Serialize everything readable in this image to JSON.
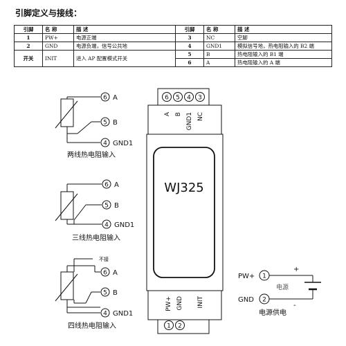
{
  "heading": "引脚定义与接线：",
  "table": {
    "headers": [
      "引脚",
      "名 称",
      "描 述",
      "引脚",
      "名 称",
      "描 述"
    ],
    "rows": [
      {
        "pin": "1",
        "name": "PW+",
        "desc": "电源正端",
        "pin2": "3",
        "name2": "NC",
        "desc2": "空脚"
      },
      {
        "pin": "2",
        "name": "GND",
        "desc": "电源负端，信号公共地",
        "pin2": "4",
        "name2": "GND1",
        "desc2": "模拟信号地，热电阻输入的 B2 端"
      },
      {
        "pin": "开关",
        "name": "INIT",
        "desc": "进入 AP 配置模式开关",
        "pin2": "5",
        "name2": "B",
        "desc2": "热电阻输入的 B1 端"
      },
      {
        "pin": "",
        "name": "",
        "desc": "",
        "pin2": "6",
        "name2": "A",
        "desc2": "热电阻输入的 A 端"
      }
    ]
  },
  "module": {
    "model": "WJ325",
    "top_pins": [
      "6",
      "5",
      "4",
      "3"
    ],
    "top_labels": [
      "A",
      "B",
      "GND1",
      "NC"
    ],
    "bottom_labels": [
      "PW+",
      "GND",
      "INIT"
    ],
    "bottom_pins": [
      "1",
      "2"
    ]
  },
  "two_wire": {
    "caption": "两线热电阻输入",
    "pins": [
      "6",
      "5",
      "4"
    ],
    "labels": [
      "A",
      "B",
      "GND1"
    ]
  },
  "three_wire": {
    "caption": "三线热电阻输入",
    "pins": [
      "6",
      "5",
      "4"
    ],
    "labels": [
      "A",
      "B",
      "GND1"
    ]
  },
  "four_wire": {
    "caption": "四线热电阻输入",
    "note": "不接",
    "pins": [
      "6",
      "5",
      "4"
    ],
    "labels": [
      "A",
      "B",
      "GND1"
    ]
  },
  "power": {
    "caption": "电源供电",
    "source_label": "电源",
    "pins": [
      "1",
      "2"
    ],
    "labels": [
      "PW+",
      "GND"
    ],
    "plus": "+",
    "minus": "-"
  }
}
